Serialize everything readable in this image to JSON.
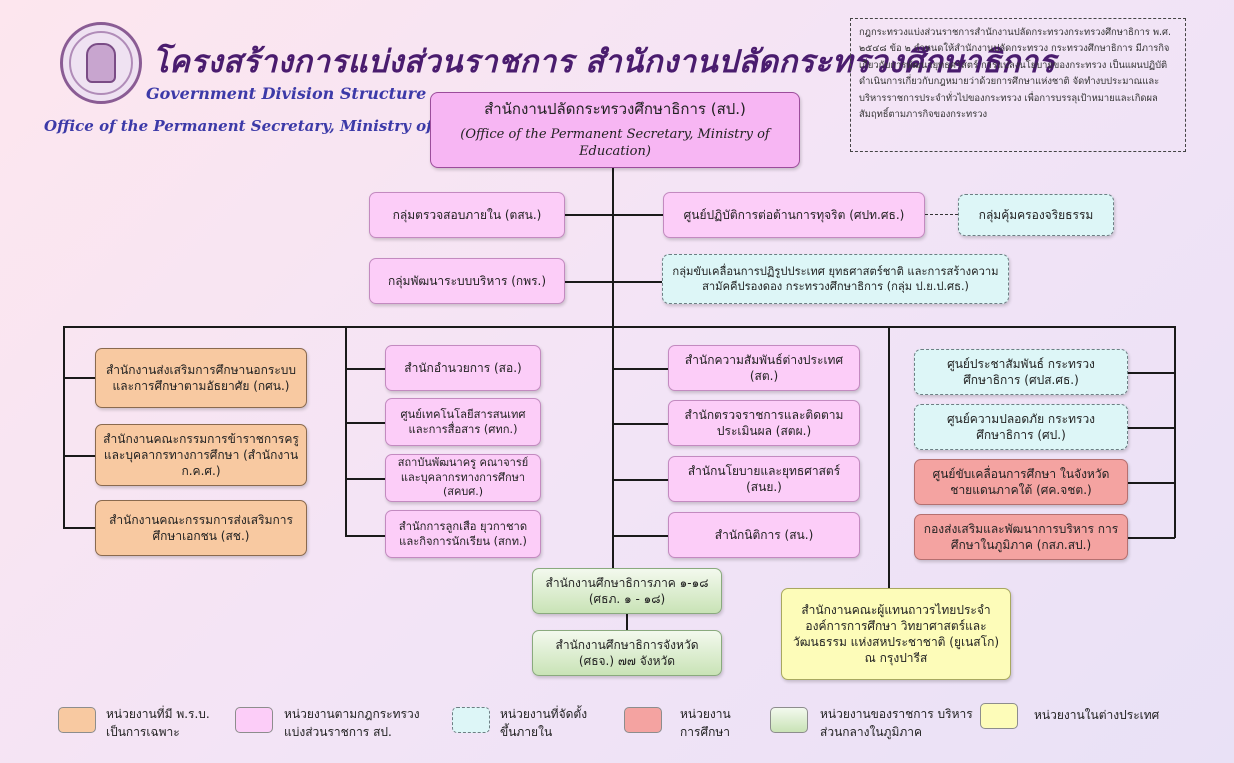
{
  "header": {
    "title_th": "โครงสร้างการแบ่งส่วนราชการ สำนักงานปลัดกระทรวงศึกษาธิการ",
    "subtitle_en": "Government Division Structure",
    "org_en": "Office of the Permanent Secretary, Ministry of Education",
    "note": "กฎกระทรวงแบ่งส่วนราชการสำนักงานปลัดกระทรวงกระทรวงศึกษาธิการ พ.ศ. ๒๕๔๘ ข้อ ๒ กำหนดให้สำนักงานปลัดกระทรวง กระทรวงศึกษาธิการ มีภารกิจเกี่ยวกับการพัฒนายุทธศาสตร์ การแปลงนโยบายของกระทรวง เป็นแผนปฏิบัติ ดำเนินการเกี่ยวกับกฎหมายว่าด้วยการศึกษาแห่งชาติ จัดทำงบประมาณและบริหารราชการประจำทั่วไปของกระทรวง เพื่อการบรรลุเป้าหมายและเกิดผลสัมฤทธิ์ตามภารกิจของกระทรวง"
  },
  "root": {
    "th": "สำนักงานปลัดกระทรวงศึกษาธิการ (สป.)",
    "en": "(Office of the Permanent Secretary, Ministry of Education)"
  },
  "top_units": {
    "internal_audit": "กลุ่มตรวจสอบภายใน (ตสน.)",
    "anti_corruption": "ศูนย์ปฏิบัติการต่อต้านการทุจริต (ศปท.ศธ.)",
    "ethics": "กลุ่มคุ้มครองจริยธรรม",
    "admin_dev": "กลุ่มพัฒนาระบบบริหาร (กพร.)",
    "reform": "กลุ่มขับเคลื่อนการปฏิรูปประเทศ ยุทธศาสตร์ชาติ และการสร้างความสามัคคีปรองดอง กระทรวงศึกษาธิการ (กลุ่ม ป.ย.ป.ศธ.)"
  },
  "col1": [
    "สำนักงานส่งเสริมการศึกษานอกระบบและการศึกษาตามอัธยาศัย (กศน.)",
    "สำนักงานคณะกรรมการข้าราชการครูและบุคลากรทางการศึกษา (สำนักงาน ก.ค.ศ.)",
    "สำนักงานคณะกรรมการส่งเสริมการศึกษาเอกชน (สช.)"
  ],
  "col2": [
    "สำนักอำนวยการ (สอ.)",
    "ศูนย์เทคโนโลยีสารสนเทศและการสื่อสาร (ศทก.)",
    "สถาบันพัฒนาครู คณาจารย์และบุคลากรทางการศึกษา (สคบศ.)",
    "สำนักการลูกเสือ ยุวกาชาดและกิจการนักเรียน (สกท.)"
  ],
  "col3": [
    "สำนักความสัมพันธ์ต่างประเทศ (สต.)",
    "สำนักตรวจราชการและติดตามประเมินผล (สตผ.)",
    "สำนักนโยบายและยุทธศาสตร์ (สนย.)",
    "สำนักนิติการ (สน.)"
  ],
  "col4": [
    "ศูนย์ประชาสัมพันธ์ กระทรวงศึกษาธิการ (ศปส.ศธ.)",
    "ศูนย์ความปลอดภัย กระทรวงศึกษาธิการ (ศป.)",
    "ศูนย์ขับเคลื่อนการศึกษา ในจังหวัดชายแดนภาคใต้ (ศค.จชต.)",
    "กองส่งเสริมและพัฒนาการบริหาร การศึกษาในภูมิภาค (กสภ.สป.)"
  ],
  "regional": [
    "สำนักงานศึกษาธิการภาค ๑-๑๘ (ศธภ. ๑ - ๑๘)",
    "สำนักงานศึกษาธิการจังหวัด (ศธจ.) ๗๗ จังหวัด"
  ],
  "overseas": "สำนักงานคณะผู้แทนถาวรไทยประจำองค์การการศึกษา วิทยาศาสตร์และวัฒนธรรม แห่งสหประชาชาติ (ยูเนสโก) ณ กรุงปารีส",
  "legend": [
    {
      "label": "หน่วยงานที่มี พ.ร.บ. เป็นการเฉพาะ",
      "color": "#f8c9a1"
    },
    {
      "label": "หน่วยงานตามกฎกระทรวง แบ่งส่วนราชการ สป.",
      "color": "#fccdf8"
    },
    {
      "label": "หน่วยงานที่จัดตั้ง ขึ้นภายใน",
      "color": "#ddf6f7"
    },
    {
      "label": "หน่วยงาน การศึกษา",
      "color": "#f4a3a1"
    },
    {
      "label": "หน่วยงานของราชการ บริหารส่วนกลางในภูมิภาค",
      "color": "#d6eac8"
    },
    {
      "label": "หน่วยงานในต่างประเทศ",
      "color": "#fdfcb9"
    }
  ],
  "colors": {
    "title": "#4a1c6e",
    "english": "#3c3aa8",
    "root_bg": "#f7b6f3"
  }
}
